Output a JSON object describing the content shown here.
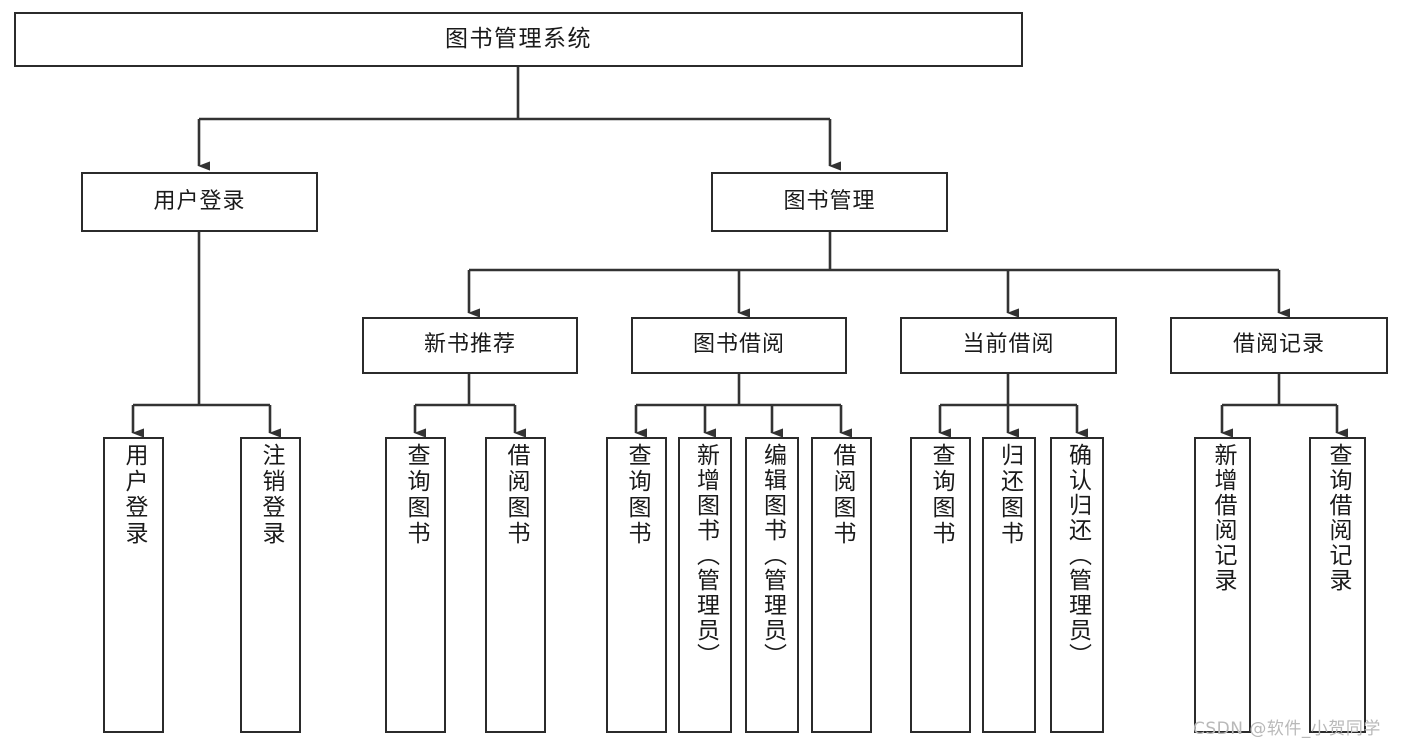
{
  "diagram": {
    "title": "图书管理系统",
    "type": "tree-hierarchy",
    "watermark": "CSDN @软件_小贺同学",
    "colors": {
      "box_border": "#2b2b2b",
      "box_fill": "#ffffff",
      "connector": "#333333",
      "text": "#1a1a1a",
      "watermark": "#b9b9b9",
      "background": "#ffffff"
    }
  },
  "nodes": {
    "root": {
      "label": "图书管理系统"
    },
    "level2": [
      {
        "id": "user-login",
        "label": "用户登录"
      },
      {
        "id": "book-manage",
        "label": "图书管理"
      }
    ],
    "level3": [
      {
        "id": "new-book-rec",
        "label": "新书推荐",
        "parent": "book-manage"
      },
      {
        "id": "book-borrow",
        "label": "图书借阅",
        "parent": "book-manage"
      },
      {
        "id": "current-borrow",
        "label": "当前借阅",
        "parent": "book-manage"
      },
      {
        "id": "borrow-record",
        "label": "借阅记录",
        "parent": "book-manage"
      }
    ],
    "leaves": [
      {
        "id": "leaf-user-login",
        "label": "用户登录",
        "parent": "user-login"
      },
      {
        "id": "leaf-logout",
        "label": "注销登录",
        "parent": "user-login"
      },
      {
        "id": "leaf-query-book-1",
        "label": "查询图书",
        "parent": "new-book-rec"
      },
      {
        "id": "leaf-borrow-book-1",
        "label": "借阅图书",
        "parent": "new-book-rec"
      },
      {
        "id": "leaf-query-book-2",
        "label": "查询图书",
        "parent": "book-borrow"
      },
      {
        "id": "leaf-add-book",
        "label": "新增图书（管理员）",
        "parent": "book-borrow"
      },
      {
        "id": "leaf-edit-book",
        "label": "编辑图书（管理员）",
        "parent": "book-borrow"
      },
      {
        "id": "leaf-borrow-book-2",
        "label": "借阅图书",
        "parent": "book-borrow"
      },
      {
        "id": "leaf-query-book-3",
        "label": "查询图书",
        "parent": "current-borrow"
      },
      {
        "id": "leaf-return-book",
        "label": "归还图书",
        "parent": "current-borrow"
      },
      {
        "id": "leaf-confirm-return",
        "label": "确认归还（管理员）",
        "parent": "current-borrow"
      },
      {
        "id": "leaf-add-record",
        "label": "新增借阅记录",
        "parent": "borrow-record"
      },
      {
        "id": "leaf-query-record",
        "label": "查询借阅记录",
        "parent": "borrow-record"
      }
    ]
  }
}
